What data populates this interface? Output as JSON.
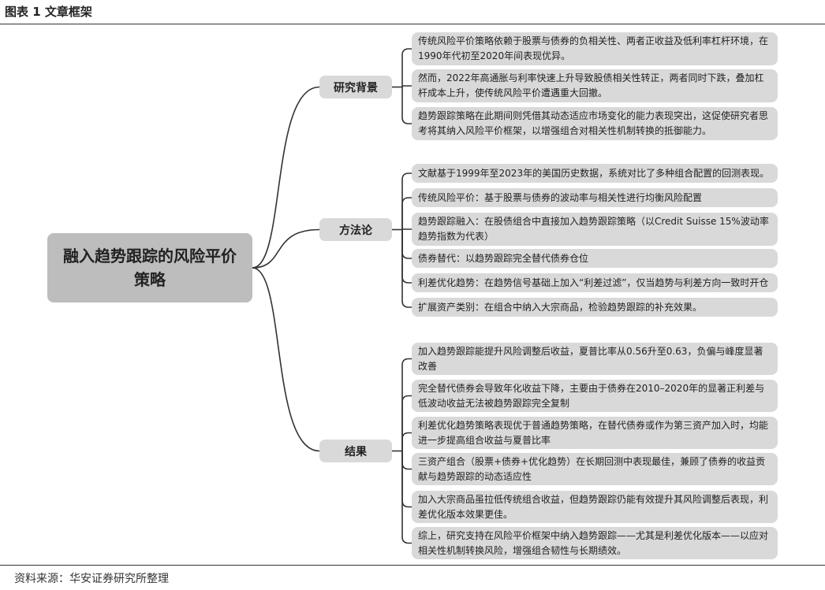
{
  "title": "图表 1  文章框架",
  "footer": "资料来源：华安证券研究所整理",
  "root": "融入趋势跟踪的风险平价策略",
  "branches": [
    {
      "label": "研究背景",
      "items": [
        "传统风险平价策略依赖于股票与债券的负相关性、两者正收益及低利率杠杆环境，在1990年代初至2020年间表现优异。",
        "然而，2022年高通胀与利率快速上升导致股债相关性转正，两者同时下跌，叠加杠杆成本上升，使传统风险平价遭遇重大回撤。",
        "趋势跟踪策略在此期间则凭借其动态适应市场变化的能力表现突出，这促使研究者思考将其纳入风险平价框架，以增强组合对相关性机制转换的抵御能力。"
      ]
    },
    {
      "label": "方法论",
      "items": [
        "文献基于1999年至2023年的美国历史数据，系统对比了多种组合配置的回测表现。",
        "传统风险平价：基于股票与债券的波动率与相关性进行均衡风险配置",
        "趋势跟踪融入：在股债组合中直接加入趋势跟踪策略（以Credit Suisse 15%波动率趋势指数为代表）",
        "债券替代：以趋势跟踪完全替代债券仓位",
        "利差优化趋势：在趋势信号基础上加入“利差过滤”，仅当趋势与利差方向一致时开仓",
        "扩展资产类别：在组合中纳入大宗商品，检验趋势跟踪的补充效果。"
      ]
    },
    {
      "label": "结果",
      "items": [
        "加入趋势跟踪能提升风险调整后收益，夏普比率从0.56升至0.63，负偏与峰度显著改善",
        "完全替代债券会导致年化收益下降，主要由于债券在2010–2020年的显著正利差与低波动收益无法被趋势跟踪完全复制",
        "利差优化趋势策略表现优于普通趋势策略，在替代债券或作为第三资产加入时，均能进一步提高组合收益与夏普比率",
        "三资产组合（股票+债券+优化趋势）在长期回测中表现最佳，兼顾了债券的收益贡献与趋势跟踪的动态适应性",
        "加入大宗商品虽拉低传统组合收益，但趋势跟踪仍能有效提升其风险调整后表现，利差优化版本效果更佳。",
        "综上，研究支持在风险平价框架中纳入趋势跟踪——尤其是利差优化版本——以应对相关性机制转换风险，增强组合韧性与长期绩效。"
      ]
    }
  ]
}
